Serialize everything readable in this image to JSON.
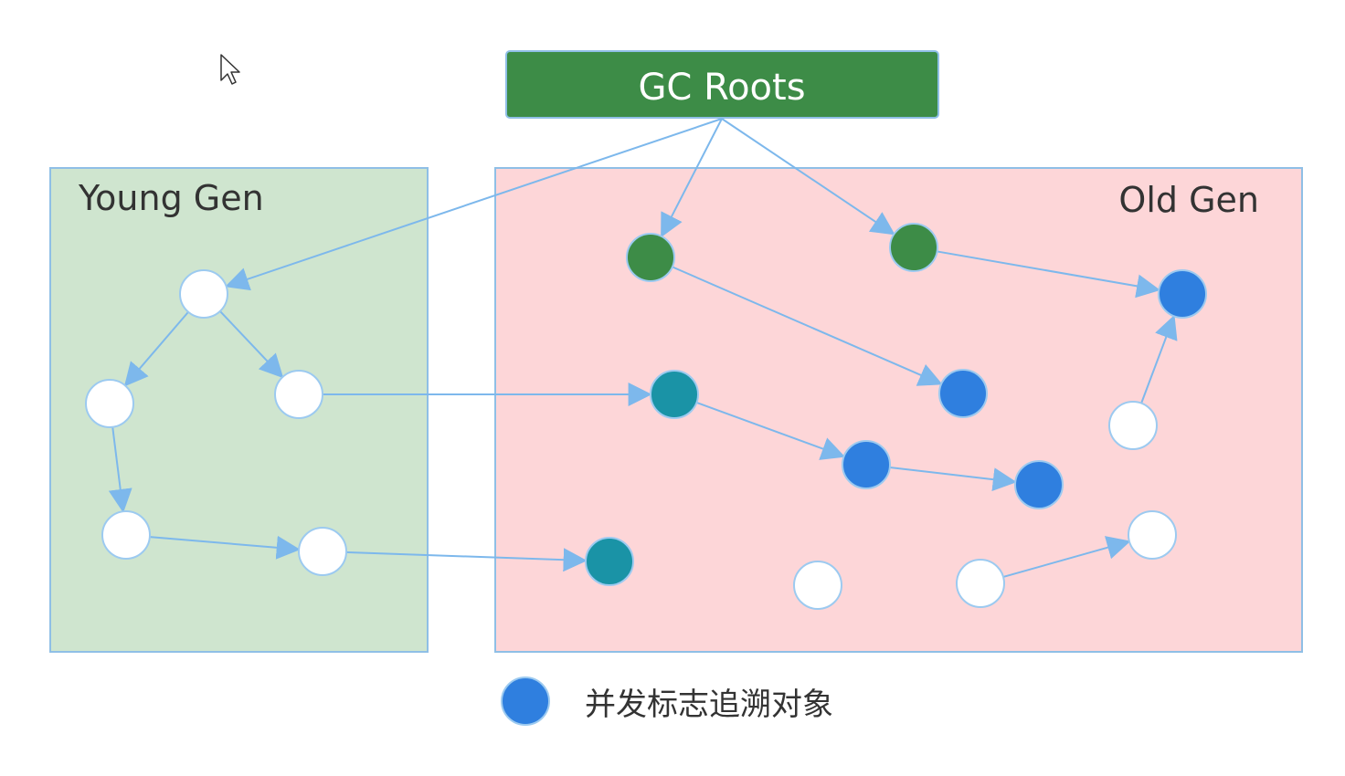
{
  "colors": {
    "young_fill": "#cfe5cf",
    "old_fill": "#fdd6d8",
    "region_border": "#8fbfe6",
    "roots_fill": "#3d8c47",
    "node_white": "#ffffff",
    "node_green": "#3d8c47",
    "node_teal": "#1a93a6",
    "node_blue": "#2f7fdf",
    "node_border": "#9ccaf0",
    "edge": "#7db8ec"
  },
  "roots": {
    "label": "GC Roots"
  },
  "young": {
    "label": "Young Gen"
  },
  "old": {
    "label": "Old Gen"
  },
  "legend": {
    "icon": "blue-circle-icon",
    "label": "并发标志追溯对象"
  },
  "nodes": [
    {
      "id": "y1",
      "color": "white"
    },
    {
      "id": "y2",
      "color": "white"
    },
    {
      "id": "y3",
      "color": "white"
    },
    {
      "id": "y4",
      "color": "white"
    },
    {
      "id": "y5",
      "color": "white"
    },
    {
      "id": "o1",
      "color": "green"
    },
    {
      "id": "o2",
      "color": "green"
    },
    {
      "id": "o3",
      "color": "blue"
    },
    {
      "id": "o4",
      "color": "teal"
    },
    {
      "id": "o5",
      "color": "blue"
    },
    {
      "id": "o6",
      "color": "white"
    },
    {
      "id": "o7",
      "color": "blue"
    },
    {
      "id": "o8",
      "color": "blue"
    },
    {
      "id": "o9",
      "color": "teal"
    },
    {
      "id": "o10",
      "color": "white"
    },
    {
      "id": "o11",
      "color": "white"
    },
    {
      "id": "o12",
      "color": "white"
    }
  ],
  "edges": [
    {
      "from": "roots",
      "to": "y1"
    },
    {
      "from": "roots",
      "to": "o1"
    },
    {
      "from": "roots",
      "to": "o2"
    },
    {
      "from": "y1",
      "to": "y2"
    },
    {
      "from": "y1",
      "to": "y3"
    },
    {
      "from": "y2",
      "to": "y4"
    },
    {
      "from": "y4",
      "to": "y5"
    },
    {
      "from": "y3",
      "to": "o4"
    },
    {
      "from": "y5",
      "to": "o9"
    },
    {
      "from": "o1",
      "to": "o5"
    },
    {
      "from": "o2",
      "to": "o3"
    },
    {
      "from": "o6",
      "to": "o3"
    },
    {
      "from": "o4",
      "to": "o7"
    },
    {
      "from": "o7",
      "to": "o8"
    },
    {
      "from": "o11",
      "to": "o12"
    }
  ]
}
